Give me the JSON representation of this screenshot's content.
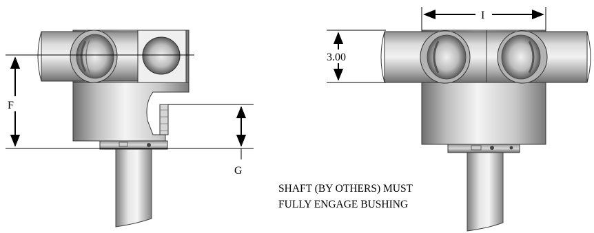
{
  "dimensions": {
    "f_label": "F",
    "g_label": "G",
    "i_label": "I",
    "height_value": "3.00"
  },
  "note": {
    "line1": "SHAFT (BY OTHERS) MUST",
    "line2": "FULLY ENGAGE BUSHING"
  }
}
